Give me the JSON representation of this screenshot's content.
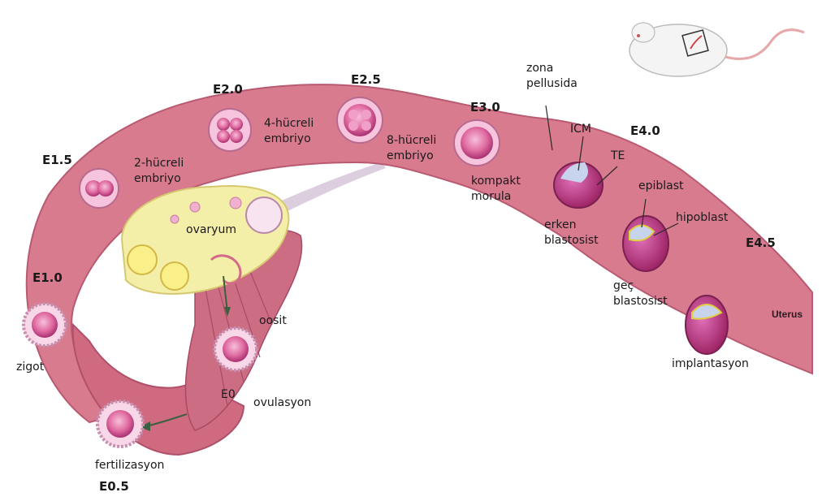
{
  "stages": {
    "e0": "E0",
    "e05": "E0.5",
    "e10": "E1.0",
    "e15": "E1.5",
    "e20": "E2.0",
    "e25": "E2.5",
    "e30": "E3.0",
    "e40": "E4.0",
    "e45": "E4.5"
  },
  "labels": {
    "zona": "zona\npellusida",
    "icm": "ICM",
    "te": "TE",
    "cell4": "4-hücreli\nembriyo",
    "cell8": "8-hücreli\nembriyo",
    "cell2": "2-hücreli\nembriyo",
    "morula": "kompakt\nmorula",
    "early_blast": "erken\nblastosist",
    "epiblast": "epiblast",
    "hypoblast": "hipoblast",
    "late_blast": "geç\nblastosist",
    "ovary": "ovaryum",
    "oocyte": "oosit",
    "zygote": "zigot",
    "ovulation": "ovulasyon",
    "fertilization": "fertilizasyon",
    "implantation": "implantasyon",
    "uterus": "Uterus"
  },
  "colors": {
    "tube": "#d8788a",
    "tube_dark": "#b8506a",
    "ovary": "#f3f0a8",
    "embryo": "#e070a0"
  }
}
